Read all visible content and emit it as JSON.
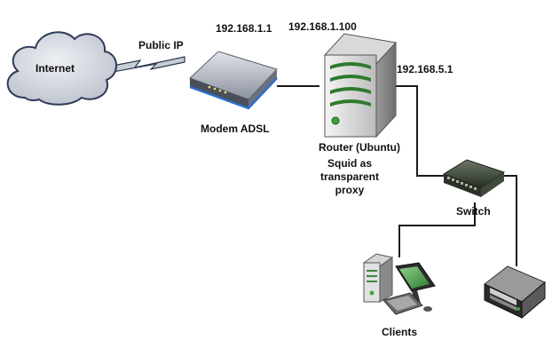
{
  "colors": {
    "cloud_fill": "#d2d6de",
    "cloud_stroke": "#3a4660",
    "link": "#1a1a1a",
    "server_body": "#e8e8e8",
    "server_stripe": "#2f7a2f",
    "switch_body": "#3e4a3a",
    "modem_body": "#c0c4cc"
  },
  "nodes": {
    "internet": {
      "label": "Internet",
      "icon": "cloud-icon"
    },
    "public_ip": {
      "label": "Public IP",
      "icon": "lightning-link-icon"
    },
    "modem": {
      "label": "Modem ADSL",
      "ip": "192.168.1.1",
      "icon": "modem-icon"
    },
    "router": {
      "label": "Router (Ubuntu)",
      "ip_wan": "192.168.1.100",
      "ip_lan": "192.168.5.1",
      "note_lines": [
        "Squid as",
        "transparent",
        "proxy"
      ],
      "icon": "server-tower-icon"
    },
    "switch": {
      "label": "Switch",
      "icon": "network-switch-icon"
    },
    "clients": {
      "label": "Clients",
      "icon": "workstation-icon"
    },
    "appliance": {
      "icon": "rack-server-icon"
    }
  }
}
